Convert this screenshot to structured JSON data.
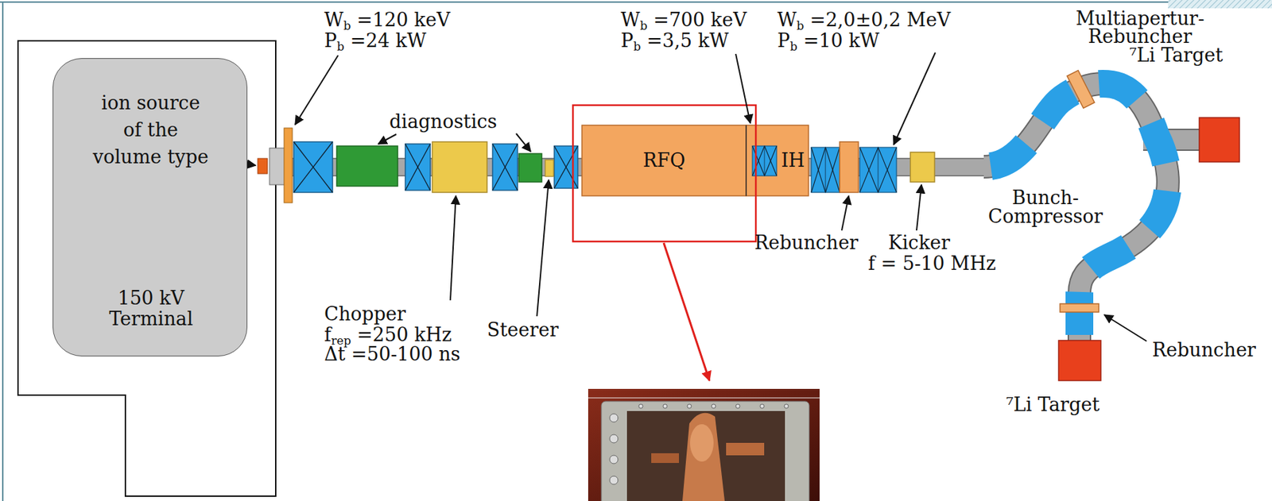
{
  "diagram": {
    "nodes": [
      {
        "text": [
          "ion source of the volume type",
          "150 kV Terminal"
        ]
      },
      {
        "text": [
          "RFQ"
        ]
      },
      {
        "text": [
          "IH"
        ]
      }
    ],
    "labels": [
      "Wb =120 keV",
      "Pb =24 kW",
      "diagnostics",
      "Chopper",
      "frep =250 kHz",
      "Δt =50-100 ns",
      "Steerer",
      "Wb =700 keV",
      "Pb =3,5 kW",
      "Rebuncher",
      "Wb =2,0±0,2 MeV",
      "Pb =10 kW",
      "Kicker",
      "f = 5-10 MHz",
      "Multiapertur- Rebuncher",
      "⁷Li Target",
      "Bunch- Compressor",
      "Rebuncher",
      "⁷Li Target"
    ]
  }
}
